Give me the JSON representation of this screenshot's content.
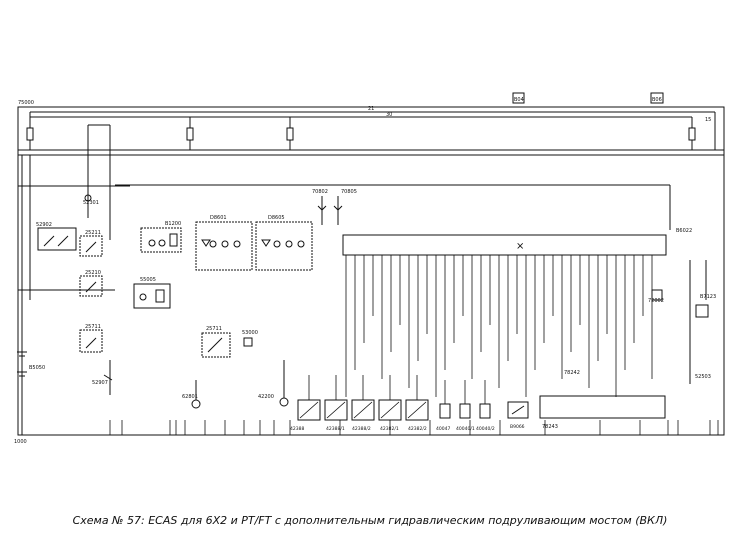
{
  "caption": "Схема № 57: ECAS для 6X2 и PT/FT с дополнительным гидравлическим подруливающим мостом (ВКЛ)",
  "labels": {
    "ref_top_left": "75000",
    "ref_bottom_left": "1000",
    "ecu_ref": "B6022",
    "box_a": "D8601",
    "box_b": "D8605",
    "sw_a": "52301",
    "sw_b": "52902",
    "sw_c": "25211",
    "sw_d": "25210",
    "sw_e": "25711",
    "sw_f": "52907",
    "relay_a": "B1200",
    "relay_b": "55005",
    "batt": "B5050",
    "conn_b": "70802",
    "conn_c": "70805",
    "mid_sw": "25711",
    "mid_sw2": "53000",
    "sensor_l": "42200",
    "sensor_2": "62801",
    "valve_1": "42388",
    "valve_2": "42388/1",
    "valve_3": "42388/2",
    "valve_4": "42382/1",
    "valve_5": "42382/2",
    "v_small1": "40047",
    "v_small2": "40040/1",
    "v_small3": "40040/2",
    "sens_r": "B9066",
    "block_r": "78242",
    "block_r2": "78243",
    "right_sw": "B7123",
    "right_sw2": "52503",
    "right_sw3": "72002",
    "badge_1": "B04",
    "badge_2": "B06",
    "top_num_a": "21",
    "top_num_b": "30",
    "top_num_c": "15"
  },
  "icons": {
    "badge_left": "connector-badge-icon",
    "badge_right": "connector-badge-icon",
    "ecu_symbol": "ecu-x-icon",
    "battery": "battery-icon",
    "ground": "ground-icon"
  },
  "colors": {
    "line": "#111111",
    "background": "#ffffff"
  }
}
